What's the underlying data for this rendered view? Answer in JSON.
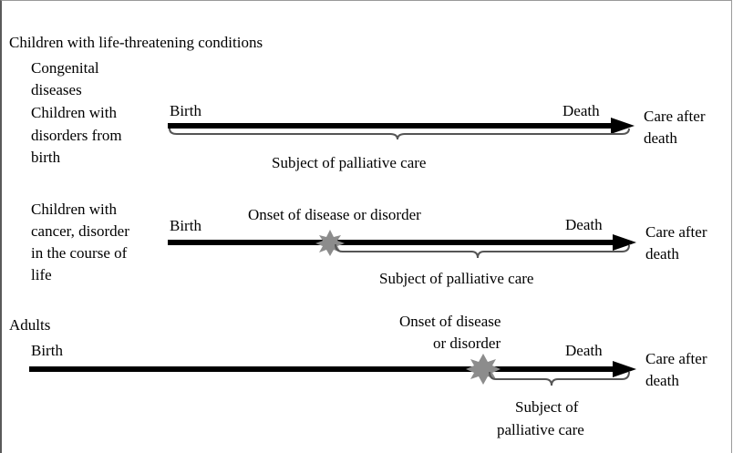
{
  "title": "Children with life-threatening conditions",
  "rows": [
    {
      "group_lines": [
        "Congenital",
        "diseases",
        "Children with",
        "disorders from",
        "birth"
      ],
      "birth": "Birth",
      "death": "Death",
      "after_lines": [
        "Care after",
        "death"
      ],
      "subject": "Subject of palliative care"
    },
    {
      "group_lines": [
        "Children with",
        "cancer, disorder",
        "in the course of",
        "life"
      ],
      "birth": "Birth",
      "onset": "Onset of disease or disorder",
      "death": "Death",
      "after_lines": [
        "Care after",
        "death"
      ],
      "subject": "Subject of palliative care"
    },
    {
      "group_lines": [
        "Adults"
      ],
      "birth": "Birth",
      "onset_lines": [
        "Onset of disease",
        "or disorder"
      ],
      "death": "Death",
      "after_lines": [
        "Care after",
        "death"
      ],
      "subject_lines": [
        "Subject of",
        "palliative care"
      ]
    }
  ],
  "colors": {
    "arrow": "#000000",
    "burst": "#8c8c8c",
    "bracket": "#555555"
  }
}
